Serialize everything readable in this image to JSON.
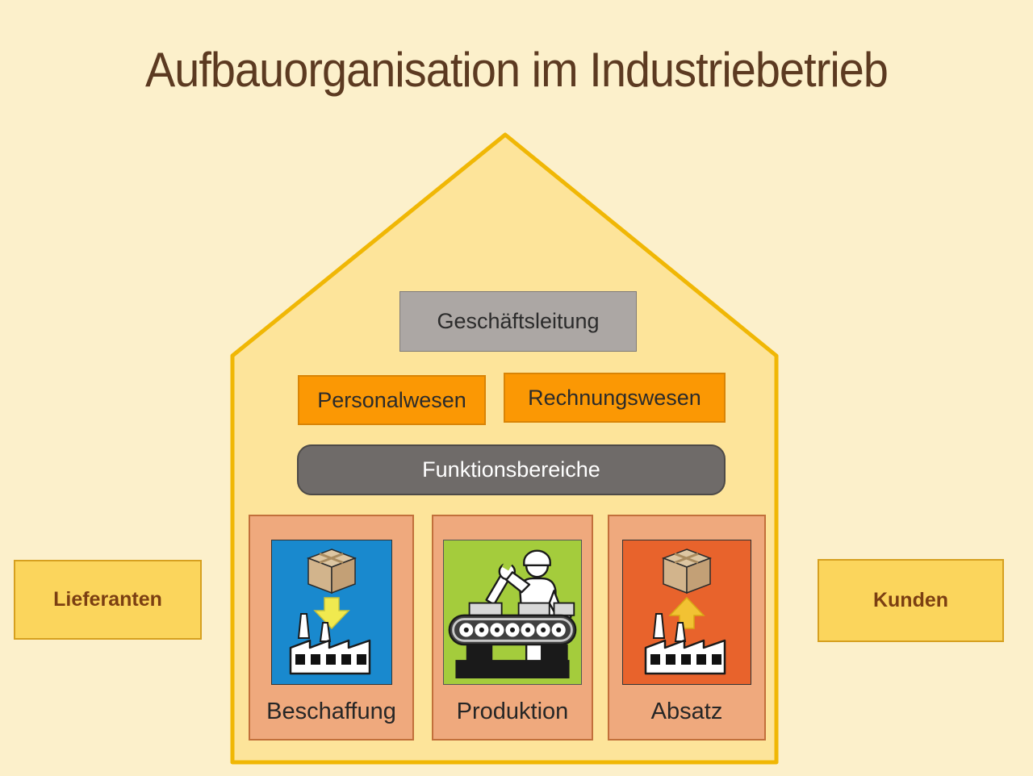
{
  "title": "Aufbauorganisation im Industriebetrieb",
  "house": {
    "management_label": "Geschäftsleitung",
    "staff_units": [
      "Personalwesen",
      "Rechnungswesen"
    ],
    "functional_areas_label": "Funktionsbereiche",
    "departments": [
      {
        "label": "Beschaffung",
        "icon": "package-arrow-down-factory-icon",
        "tile_color": "#1989CE"
      },
      {
        "label": "Produktion",
        "icon": "worker-conveyor-icon",
        "tile_color": "#A4CC3C"
      },
      {
        "label": "Absatz",
        "icon": "package-arrow-up-factory-icon",
        "tile_color": "#E8632C"
      }
    ]
  },
  "external": {
    "left_label": "Lieferanten",
    "right_label": "Kunden"
  },
  "colors": {
    "page_background": "#FCF0CB",
    "house_fill": "#FDE49A",
    "house_border": "#F0B705",
    "management_gray": "#ACA7A4",
    "staff_orange": "#FB9804",
    "functional_gray": "#6F6B69",
    "department_salmon": "#EFA97D",
    "external_yellow": "#FBD55C",
    "title_brown": "#5C3A21"
  }
}
